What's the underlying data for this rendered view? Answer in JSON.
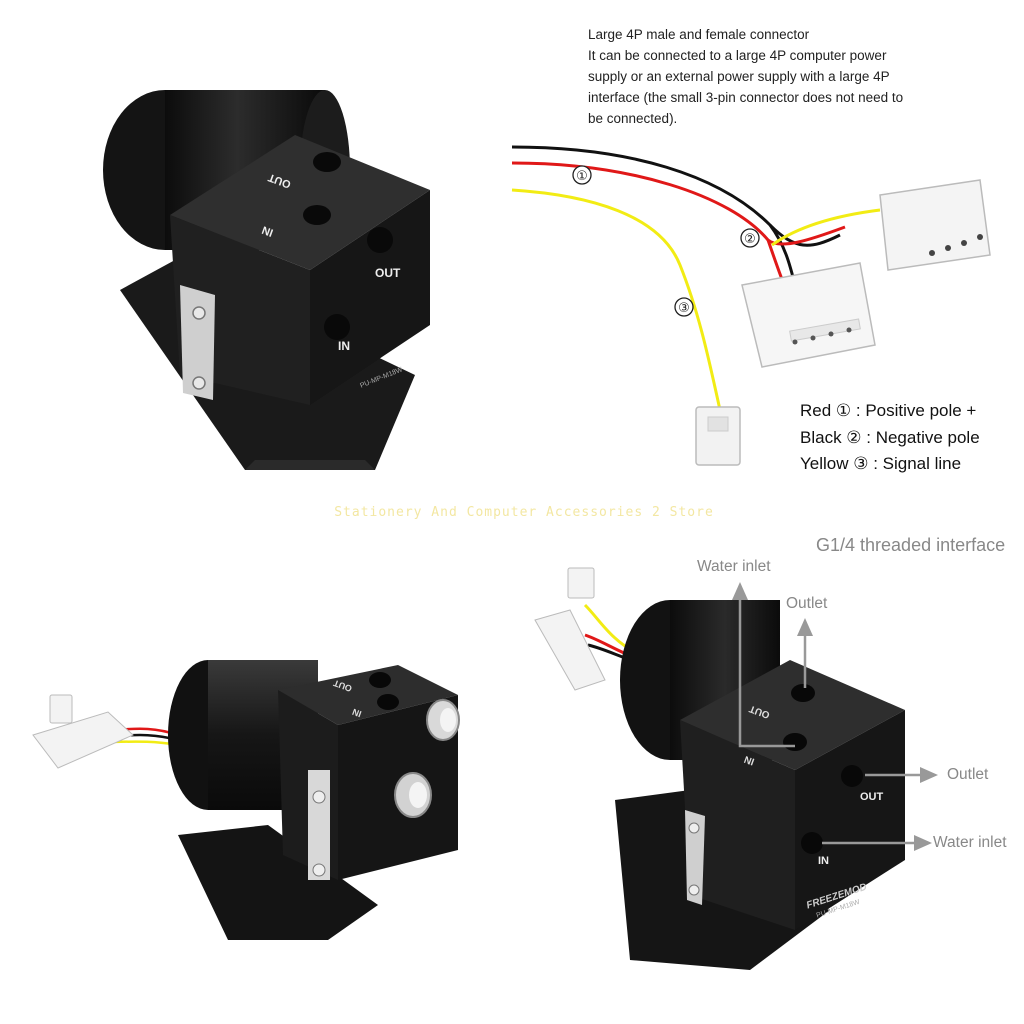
{
  "description": {
    "title": "Large 4P male and female connector",
    "line1": "It can be connected to a large 4P computer power",
    "line2": "supply or an external power supply with a large 4P",
    "line3": "interface (the small 3-pin connector does not need to",
    "line4": "be connected)."
  },
  "legend": {
    "red": "Red ① : Positive pole +",
    "black": "Black ② : Negative pole",
    "yellow": "Yellow ③ : Signal line"
  },
  "wire_markers": [
    "①",
    "②",
    "③"
  ],
  "watermark": "Stationery And Computer Accessories 2 Store",
  "interface_title": "G1/4 threaded interface",
  "annotations": {
    "water_inlet_top": "Water inlet",
    "outlet_top": "Outlet",
    "outlet_side": "Outlet",
    "water_inlet_side": "Water inlet"
  },
  "pump_labels": {
    "out": "OUT",
    "in": "IN",
    "model": "PU-MP-M18W",
    "brand": "FREEZEMOD"
  },
  "colors": {
    "wire_red": "#e01818",
    "wire_black": "#111111",
    "wire_yellow": "#f2ec14",
    "pump_body": "#1b1b1b",
    "arrow_gray": "#999999"
  }
}
